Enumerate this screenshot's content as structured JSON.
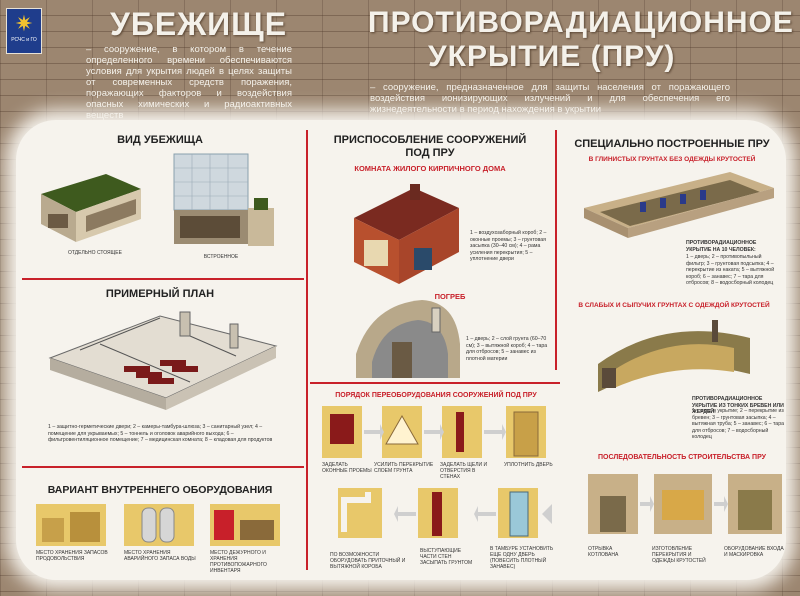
{
  "header": {
    "logo_text": "РСЧС и ГО",
    "title_shelter": "УБЕЖИЩЕ",
    "title_pru_line1": "ПРОТИВОРАДИАЦИОННОЕ",
    "title_pru_line2": "УКРЫТИЕ (ПРУ)",
    "shelter_definition": "– сооружение, в котором в течение определенного времени обеспечиваются условия для укрытия людей в целях защиты от современных средств поражения, поражающих факторов и воздействия опасных химических и радиоактивных веществ",
    "pru_definition": "– сооружение, предназначенное для защиты населения от поражающего воздействия ионизирующих излучений и для обеспечения его жизнедеятельности в период нахождения в укрытии"
  },
  "left": {
    "types_title": "ВИД УБЕЖИЩА",
    "type_standalone": "ОТДЕЛЬНО СТОЯЩЕЕ",
    "type_builtin": "ВСТРОЕННОЕ",
    "plan_title": "ПРИМЕРНЫЙ ПЛАН",
    "plan_legend": "1 – защитно-герметические двери; 2 – камеры-тамбура-шлюза; 3 – санитарный узел; 4 – помещение для укрываемых; 5 – тоннель и оголовок аварийного выхода; 6 – фильтровентиляционное помещение; 7 – медицинская комната; 8 – кладовая для продуктов",
    "equip_title": "ВАРИАНТ ВНУТРЕННЕГО ОБОРУДОВАНИЯ",
    "equip_food": "МЕСТО ХРАНЕНИЯ ЗАПАСОВ ПРОДОВОЛЬСТВИЯ",
    "equip_water": "МЕСТО ХРАНЕНИЯ АВАРИЙНОГО ЗАПАСА ВОДЫ",
    "equip_duty": "МЕСТО ДЕЖУРНОГО И ХРАНЕНИЯ ПРОТИВОПОЖАРНОГО ИНВЕНТАРЯ"
  },
  "middle": {
    "adapt_title": "ПРИСПОСОБЛЕНИЕ СООРУЖЕНИЙ ПОД ПРУ",
    "room_subtitle": "КОМНАТА ЖИЛОГО КИРПИЧНОГО ДОМА",
    "room_legend": "1 – воздухозаборный короб; 2 – оконные проемы; 3 – грунтовая засыпка (30–40 см); 4 – рама усиления перекрытия; 5 – уплотнение двери",
    "cellar_subtitle": "ПОГРЕБ",
    "cellar_legend": "1 – дверь; 2 – слой грунта (60–70 см); 3 – вытяжной короб; 4 – тара для отбросов; 5 – занавес из плотной материи",
    "order_title": "ПОРЯДОК ПЕРЕОБОРУДОВАНИЯ СООРУЖЕНИЙ ПОД ПРУ",
    "step1": "ЗАДЕЛАТЬ ОКОННЫЕ ПРОЕМЫ",
    "step2": "УСИЛИТЬ ПЕРЕКРЫТИЕ СЛОЕМ ГРУНТА",
    "step3": "ЗАДЕЛАТЬ ЩЕЛИ И ОТВЕРСТИЯ В СТЕНАХ",
    "step4": "УПЛОТНИТЬ ДВЕРЬ",
    "step5": "ПО ВОЗМОЖНОСТИ ОБОРУДОВАТЬ ПРИТОЧНЫЙ И ВЫТЯЖНОЙ КОРОБА",
    "step6": "ВЫСТУПАЮЩИЕ ЧАСТИ СТЕН ЗАСЫПАТЬ ГРУНТОМ",
    "step7": "В ТАМБУРЕ УСТАНОВИТЬ ЕЩЕ ОДНУ ДВЕРЬ (ПОВЕСИТЬ ПЛОТНЫЙ ЗАНАВЕС)"
  },
  "right": {
    "built_title": "СПЕЦИАЛЬНО ПОСТРОЕННЫЕ ПРУ",
    "clay_subtitle": "В ГЛИНИСТЫХ ГРУНТАХ БЕЗ ОДЕЖДЫ КРУТОСТЕЙ",
    "clay_legend_head": "ПРОТИВОРАДИАЦИОННОЕ УКРЫТИЕ НА 10 ЧЕЛОВЕК:",
    "clay_legend": "1 – дверь; 2 – противопыльный фильтр; 3 – грунтовая подсыпка; 4 – перекрытие из наката; 5 – вытяжной короб; 6 – занавес; 7 – тара для отбросов; 8 – водосборный колодец",
    "sand_subtitle": "В СЛАБЫХ И СЫПУЧИХ ГРУНТАХ С ОДЕЖДОЙ КРУТОСТЕЙ",
    "sand_legend_head": "ПРОТИВОРАДИАЦИОННОЕ УКРЫТИЕ ИЗ ТОНКИХ БРЕВЕН ИЛИ ЖЕРДЕЙ:",
    "sand_legend": "1 – вход в укрытие; 2 – перекрытие из бревен; 3 – грунтовая засыпка; 4 – вытяжная труба; 5 – занавес; 6 – тара для отбросов; 7 – водосборный колодец",
    "seq_title": "ПОСЛЕДОВАТЕЛЬНОСТЬ СТРОИТЕЛЬСТВА ПРУ",
    "seq1": "ОТРЫВКА КОТЛОВАНА",
    "seq2": "ИЗГОТОВЛЕНИЕ ПЕРЕКРЫТИЯ И ОДЕЖДЫ КРУТОСТЕЙ",
    "seq3": "ОБОРУДОВАНИЕ ВХОДА И МАСКИРОВКА"
  },
  "colors": {
    "accent_red": "#c8202a",
    "panel": "#f6f3ed",
    "background": "#9c8670",
    "logo_blue": "#1f3d8c"
  }
}
